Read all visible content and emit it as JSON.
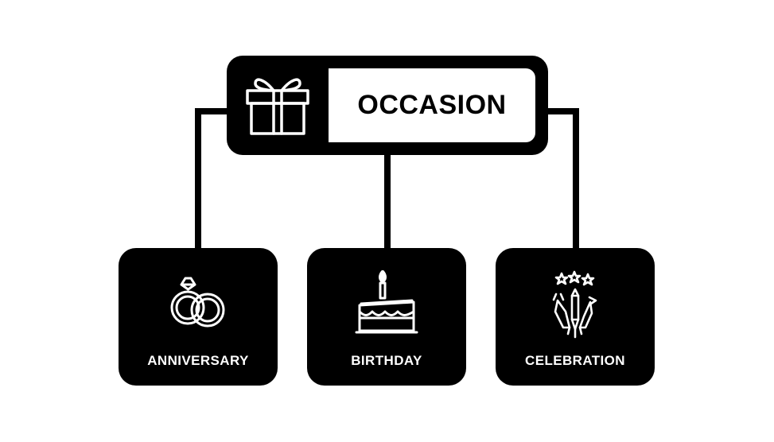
{
  "root": {
    "label": "OCCASION",
    "icon": "gift-icon"
  },
  "children": [
    {
      "label": "ANNIVERSARY",
      "icon": "wedding-rings-icon"
    },
    {
      "label": "BIRTHDAY",
      "icon": "birthday-cake-icon"
    },
    {
      "label": "CELEBRATION",
      "icon": "fireworks-icon"
    }
  ],
  "colors": {
    "node_fill": "#000000",
    "node_text": "#ffffff",
    "root_label_background": "#ffffff",
    "root_label_text": "#000000",
    "background": "#ffffff"
  }
}
